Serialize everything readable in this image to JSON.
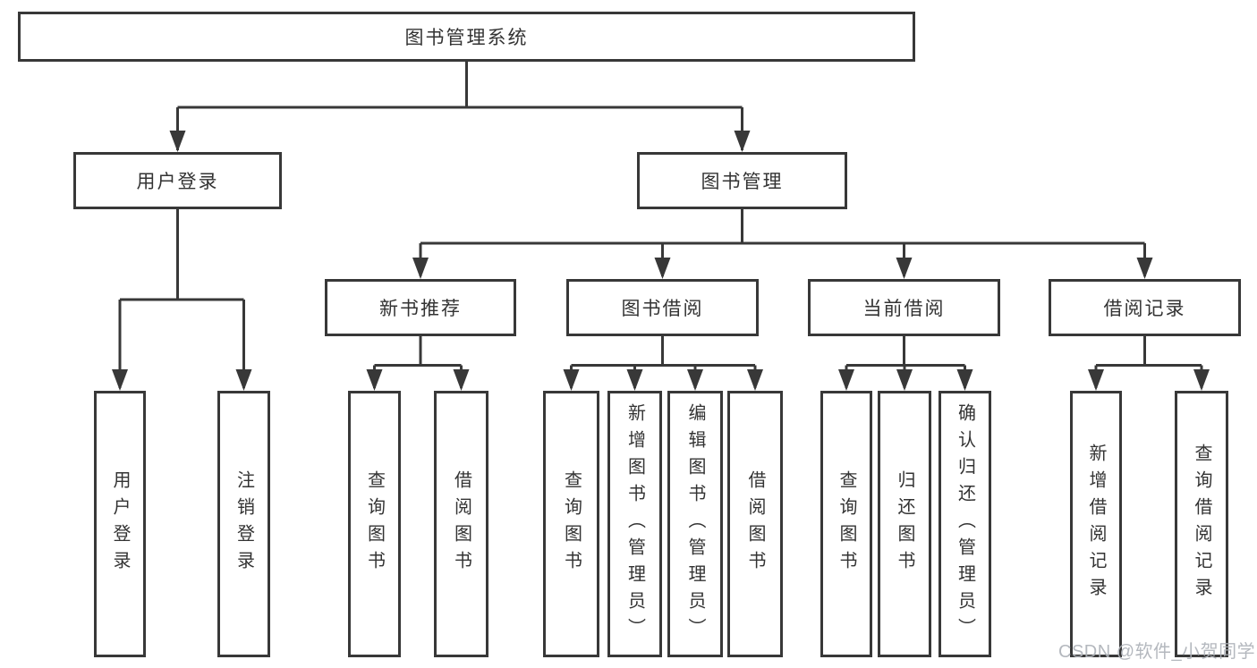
{
  "diagram": {
    "root": {
      "label": "图书管理系统"
    },
    "level2": [
      {
        "label": "用户登录"
      },
      {
        "label": "图书管理"
      }
    ],
    "level3": [
      {
        "label": "新书推荐",
        "parent": "图书管理"
      },
      {
        "label": "图书借阅",
        "parent": "图书管理"
      },
      {
        "label": "当前借阅",
        "parent": "图书管理"
      },
      {
        "label": "借阅记录",
        "parent": "图书管理"
      }
    ],
    "leaves": [
      {
        "label": "用户登录",
        "parent": "用户登录"
      },
      {
        "label": "注销登录",
        "parent": "用户登录"
      },
      {
        "label": "查询图书",
        "parent": "新书推荐"
      },
      {
        "label": "借阅图书",
        "parent": "新书推荐"
      },
      {
        "label": "查询图书",
        "parent": "图书借阅"
      },
      {
        "label": "新增图书（管理员）",
        "parent": "图书借阅"
      },
      {
        "label": "编辑图书（管理员）",
        "parent": "图书借阅"
      },
      {
        "label": "借阅图书",
        "parent": "图书借阅"
      },
      {
        "label": "查询图书",
        "parent": "当前借阅"
      },
      {
        "label": "归还图书",
        "parent": "当前借阅"
      },
      {
        "label": "确认归还（管理员）",
        "parent": "当前借阅"
      },
      {
        "label": "新增借阅记录",
        "parent": "借阅记录"
      },
      {
        "label": "查询借阅记录",
        "parent": "借阅记录"
      }
    ]
  },
  "watermark": {
    "text": "CSDN @软件_小贺同学"
  },
  "colors": {
    "line": "#383838",
    "text": "#333333",
    "background": "#ffffff",
    "watermark": "#aeb2b8"
  }
}
